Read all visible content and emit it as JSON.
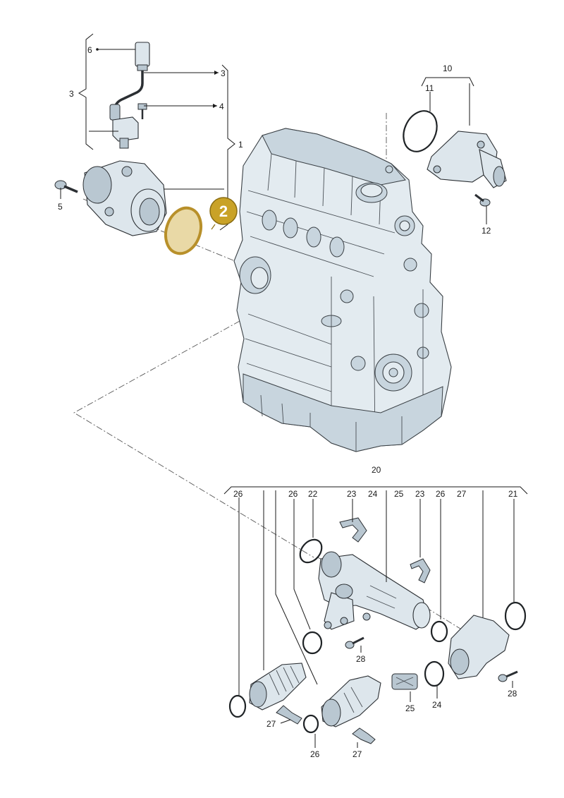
{
  "diagram": {
    "highlight": {
      "label": "2",
      "fill": "#c9a227",
      "stroke": "#8a6d12",
      "text_color": "#ffffff",
      "gasket_fill": "#e9d9a6",
      "gasket_stroke": "#b8902a"
    },
    "labels": {
      "l6": "6",
      "l3_right": "3",
      "l3_left": "3",
      "l4": "4",
      "l1": "1",
      "l5": "5",
      "l10": "10",
      "l11": "11",
      "l12": "12",
      "l20": "20",
      "l26_a": "26",
      "l26_b": "26",
      "l22": "22",
      "l23_a": "23",
      "l24_top": "24",
      "l25_top": "25",
      "l23_b": "23",
      "l26_c": "26",
      "l27_top": "27",
      "l21": "21",
      "l28_a": "28",
      "l28_b": "28",
      "l25_bottom": "25",
      "l24_bottom": "24",
      "l27_left": "27",
      "l26_bottom": "26",
      "l27_bottom": "27"
    }
  }
}
